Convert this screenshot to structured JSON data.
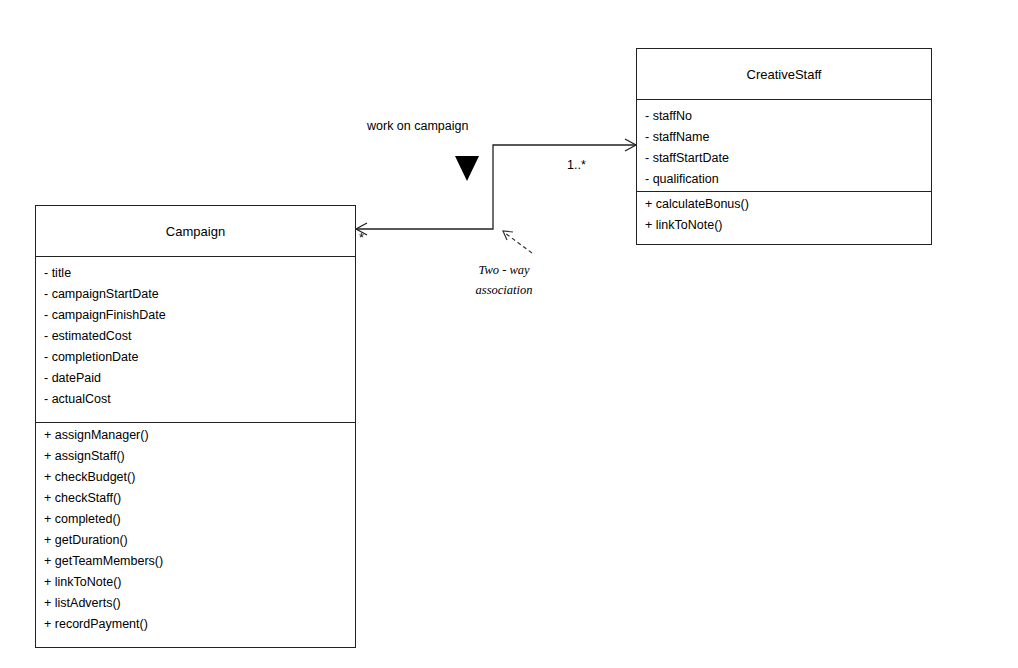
{
  "diagram": {
    "nodes": [
      {
        "text": [
          "CreativeStaff",
          "- staffNo",
          "- staffName",
          "- staffStartDate",
          "- qualification",
          "+ calculateBonus()",
          "+ linkToNote()"
        ]
      },
      {
        "text": [
          "Campaign",
          "- title",
          "- campaignStartDate",
          "- campaignFinishDate",
          "- estimatedCost",
          "- completionDate",
          "- datePaid",
          "- actualCost",
          "+ assignManager()",
          "+ assignStaff()",
          "+ checkBudget()",
          "+ checkStaff()",
          "+ completed()",
          "+ getDuration()",
          "+ getTeamMembers()",
          "+ linkToNote()",
          "+ listAdverts()",
          "+ recordPayment()"
        ]
      }
    ],
    "edges": [
      {
        "from": 1,
        "to": 0,
        "arrow": "both",
        "label": "work on campaign"
      }
    ],
    "labels": [
      "1..*",
      "*",
      "Two - way association"
    ]
  }
}
